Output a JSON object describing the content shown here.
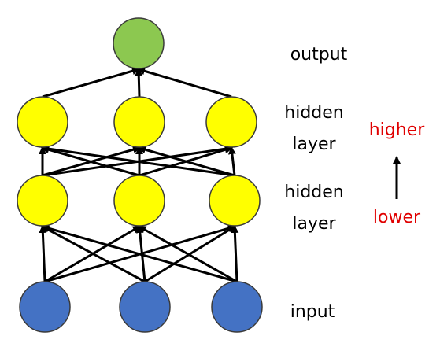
{
  "labels": {
    "output": "output",
    "hidden_top_line1": "hidden",
    "hidden_top_line2": "layer",
    "hidden_bottom_line1": "hidden",
    "hidden_bottom_line2": "layer",
    "input": "input",
    "higher": "higher",
    "lower": "lower"
  },
  "colors": {
    "output_node": "#8cc850",
    "hidden_node": "#ffff00",
    "input_node": "#4472c4",
    "node_stroke": "#3a3a3a",
    "edge": "#000000",
    "annotation": "#e00000"
  },
  "network": {
    "layers": [
      {
        "name": "input",
        "nodes": 3
      },
      {
        "name": "hidden layer",
        "nodes": 3
      },
      {
        "name": "hidden layer",
        "nodes": 3
      },
      {
        "name": "output",
        "nodes": 1
      }
    ],
    "connectivity": "fully-connected"
  }
}
